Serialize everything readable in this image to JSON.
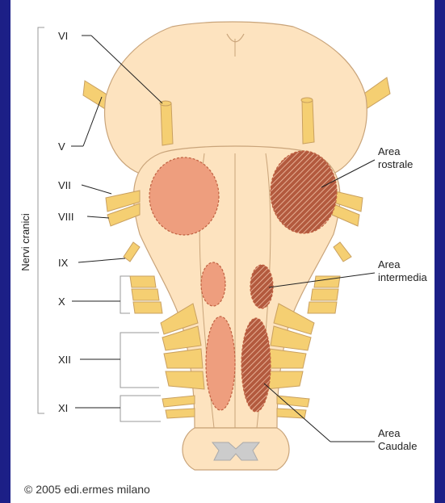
{
  "figure": {
    "vertical_label": "Nervi cranici",
    "nerves": [
      "VI",
      "V",
      "VII",
      "VIII",
      "IX",
      "X",
      "XII",
      "XI"
    ],
    "areas": [
      {
        "line1": "Area",
        "line2": "rostrale"
      },
      {
        "line1": "Area",
        "line2": "intermedia"
      },
      {
        "line1": "Area",
        "line2": "Caudale"
      }
    ],
    "copyright": "© 2005 edi.ermes milano"
  },
  "colors": {
    "background": "#2a2ca8",
    "tissue": "#fde3bf",
    "tissue_outline": "#c9a47a",
    "nerve": "#f5cf72",
    "area_solid": "#ee9e7e",
    "area_hatched": "#b35a3e",
    "gray_matter": "#cccccc"
  }
}
